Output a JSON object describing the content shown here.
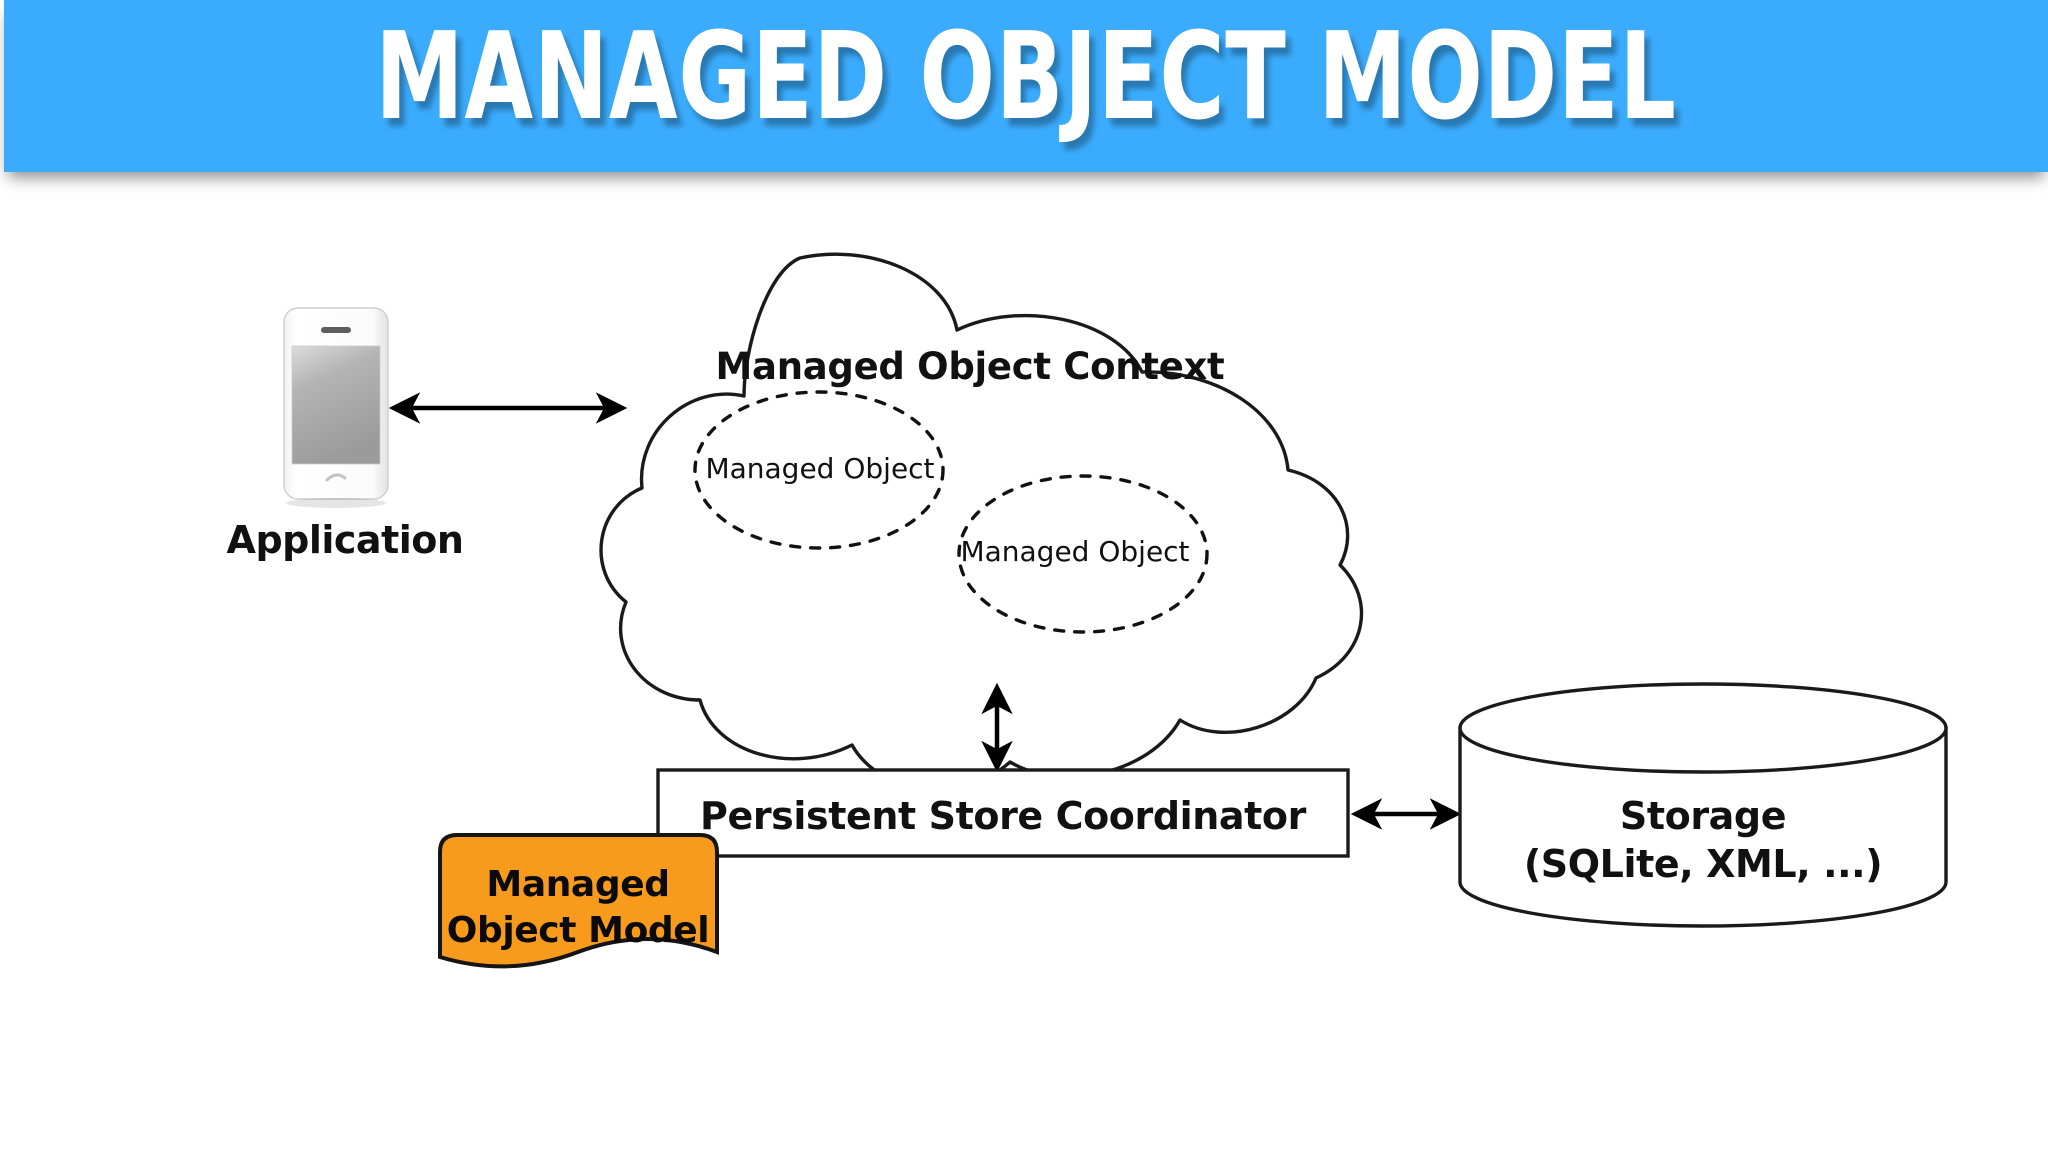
{
  "slide": {
    "title": "MANAGED OBJECT MODEL",
    "background_color": "#ffffff",
    "banner_color": "#3bacfd",
    "title_color": "#ffffff"
  },
  "diagram": {
    "application": {
      "label": "Application",
      "device_icon": "iphone-icon"
    },
    "context": {
      "label": "Managed Object Context",
      "shape": "cloud",
      "objects": [
        {
          "label": "Managed Object"
        },
        {
          "label": "Managed Object"
        }
      ]
    },
    "coordinator": {
      "label": "Persistent Store Coordinator",
      "shape": "rectangle"
    },
    "storage": {
      "line1": "Storage",
      "line2": "(SQLite, XML, ...)",
      "shape": "cylinder"
    },
    "model_callout": {
      "line1": "Managed",
      "line2": "Object Model",
      "fill_color": "#f89a1c",
      "text_color": "#0a0a0a",
      "shape": "document-page"
    },
    "connectors": [
      {
        "name": "application-to-context",
        "style": "double-arrow",
        "orientation": "horizontal"
      },
      {
        "name": "context-to-coordinator",
        "style": "double-arrow",
        "orientation": "vertical"
      },
      {
        "name": "coordinator-to-storage",
        "style": "double-arrow",
        "orientation": "horizontal"
      }
    ]
  }
}
